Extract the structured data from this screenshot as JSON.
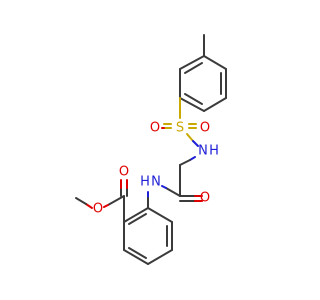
{
  "structure": {
    "atoms": {
      "sulfur": "S",
      "sulfonyl_oxygen_left": "O",
      "sulfonyl_oxygen_right": "O",
      "sulfonamide_nitrogen": "N",
      "sulfonamide_hydrogen": "H",
      "amide_nitrogen": "N",
      "amide_hydrogen": "H",
      "amide_oxygen": "O",
      "ester_carbonyl_oxygen": "O",
      "ester_ether_oxygen": "O"
    },
    "colors": {
      "bond": "#3b3b3b",
      "oxygen": "#e00000",
      "nitrogen": "#1f1fd6",
      "sulfur": "#c9a800"
    }
  }
}
